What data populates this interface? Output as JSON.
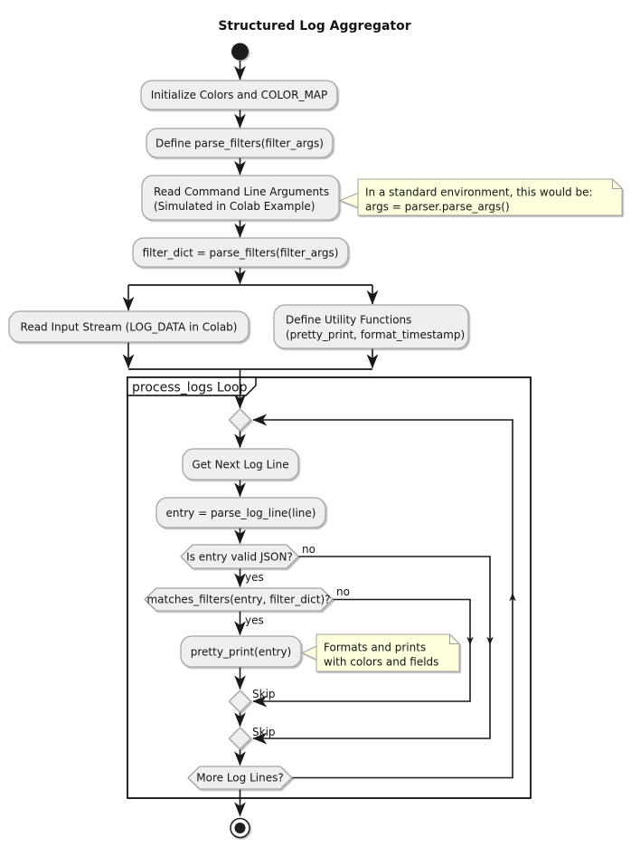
{
  "title": "Structured Log Aggregator",
  "diagram": {
    "kind": "activity-flowchart",
    "partition_label": "process_logs Loop",
    "nodes": {
      "start": {
        "type": "start"
      },
      "init_colors": {
        "label": "Initialize Colors and COLOR_MAP"
      },
      "define_parse_filters": {
        "label": "Define parse_filters(filter_args)"
      },
      "read_cli": {
        "line1": "Read Command Line Arguments",
        "line2": "(Simulated in Colab Example)"
      },
      "filter_dict": {
        "label": "filter_dict = parse_filters(filter_args)"
      },
      "read_input": {
        "label": "Read Input Stream (LOG_DATA in Colab)"
      },
      "define_utils": {
        "line1": "Define Utility Functions",
        "line2": "(pretty_print, format_timestamp)"
      },
      "get_next": {
        "label": "Get Next Log Line"
      },
      "parse_line": {
        "label": "entry = parse_log_line(line)"
      },
      "valid_json": {
        "label": "Is entry valid JSON?"
      },
      "matches_filters": {
        "label": "matches_filters(entry, filter_dict)?"
      },
      "pretty_print": {
        "label": "pretty_print(entry)"
      },
      "more_lines": {
        "label": "More Log Lines?"
      },
      "end": {
        "type": "end"
      }
    },
    "edge_labels": {
      "valid_json_no": "no",
      "valid_json_yes": "yes",
      "matches_no": "no",
      "matches_yes": "yes",
      "skip1": "Skip",
      "skip2": "Skip"
    },
    "notes": {
      "cli": {
        "line1": "In a standard environment, this would be:",
        "line2": "args = parser.parse_args()"
      },
      "pretty": {
        "line1": "Formats and prints",
        "line2": "with colors and fields"
      }
    },
    "colors": {
      "activity_fill": "#efefef",
      "activity_border": "#a5a5a5",
      "note_fill": "#feffdd",
      "note_border": "#a0a0a0",
      "line": "#1a1a1a",
      "partition_border": "#000000",
      "text": "#141414"
    }
  }
}
